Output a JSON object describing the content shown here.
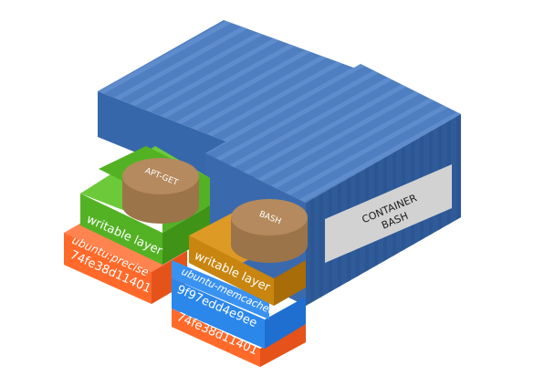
{
  "colors": {
    "container_top": "#4f7fc1",
    "container_front": "#3a6aad",
    "container_side": "#2f5b99",
    "writable_green": "#53b224",
    "writable_orange": "#c8850f",
    "image_orange": "#ff6a2b",
    "memcached_blue": "#2b87ea",
    "disk": "#b58a5e",
    "panel": "#d2d2d2"
  },
  "container_label": {
    "line1": "CONTAINER",
    "line2": "BASH"
  },
  "left_stack": {
    "disk_label": "APT-GET",
    "writable_layer": "writable layer",
    "image_name": "ubuntu:precise",
    "image_id": "74fe38d11401"
  },
  "right_stack": {
    "disk_label": "BASH",
    "writable_layer": "writable layer",
    "image_name": "ubuntu-memcached",
    "image_id": "9f97edd4e9ee",
    "base_image_id": "74fe38d11401"
  }
}
